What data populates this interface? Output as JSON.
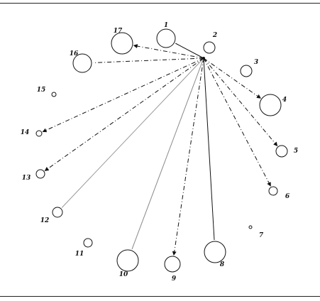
{
  "diagram": {
    "hub": {
      "label": ""
    },
    "nodes": [
      {
        "id": "1",
        "label": "1"
      },
      {
        "id": "2",
        "label": "2"
      },
      {
        "id": "3",
        "label": "3"
      },
      {
        "id": "4",
        "label": "4"
      },
      {
        "id": "5",
        "label": "5"
      },
      {
        "id": "6",
        "label": "6"
      },
      {
        "id": "7",
        "label": "7"
      },
      {
        "id": "8",
        "label": "8"
      },
      {
        "id": "9",
        "label": "9"
      },
      {
        "id": "10",
        "label": "10"
      },
      {
        "id": "11",
        "label": "11"
      },
      {
        "id": "12",
        "label": "12"
      },
      {
        "id": "13",
        "label": "13"
      },
      {
        "id": "14",
        "label": "14"
      },
      {
        "id": "15",
        "label": "15"
      },
      {
        "id": "16",
        "label": "16"
      },
      {
        "id": "17",
        "label": "17"
      }
    ],
    "edges": [
      {
        "to": "1",
        "style": "solid",
        "arrow": false,
        "color": "#111111"
      },
      {
        "to": "17",
        "style": "dashdot",
        "arrow": true,
        "color": "#111111"
      },
      {
        "to": "16",
        "style": "dashdot",
        "arrow": false,
        "color": "#111111"
      },
      {
        "to": "4",
        "style": "dashdot",
        "arrow": true,
        "color": "#111111"
      },
      {
        "to": "5",
        "style": "dashdot",
        "arrow": true,
        "color": "#111111"
      },
      {
        "to": "6",
        "style": "dashdot",
        "arrow": true,
        "color": "#111111"
      },
      {
        "to": "8",
        "style": "solid",
        "arrow": false,
        "color": "#111111"
      },
      {
        "to": "9",
        "style": "dashdot",
        "arrow": true,
        "color": "#111111"
      },
      {
        "to": "10",
        "style": "solid",
        "arrow": false,
        "color": "#888888"
      },
      {
        "to": "12",
        "style": "solid",
        "arrow": false,
        "color": "#999999"
      },
      {
        "to": "13",
        "style": "dashdot",
        "arrow": true,
        "color": "#111111"
      },
      {
        "to": "14",
        "style": "dashdot",
        "arrow": true,
        "color": "#111111"
      }
    ]
  }
}
